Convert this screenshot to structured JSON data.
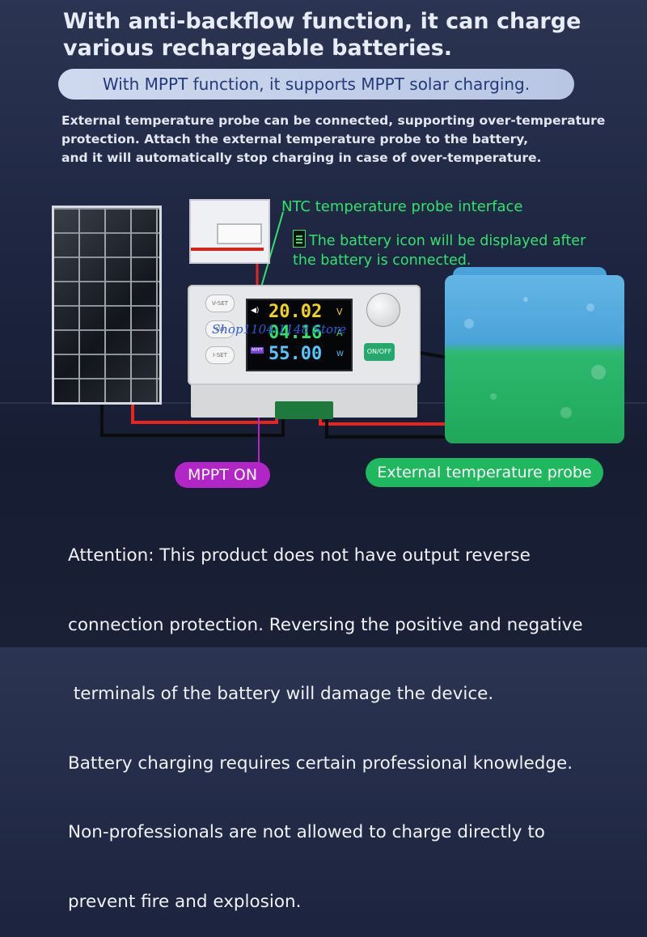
{
  "title": {
    "line1": "With anti-backflow function, it can charge",
    "line2": "various rechargeable batteries."
  },
  "mppt_banner": "With MPPT function, it supports MPPT solar charging.",
  "probe_description": {
    "line1": "External temperature probe can be connected, supporting over-temperature",
    "line2": "protection. Attach the external temperature probe to the battery,",
    "line3": "and it will automatically stop charging in case of over-temperature."
  },
  "ntc_label": "NTC temperature probe interface",
  "battery_note": {
    "line1": "The battery icon will be displayed after",
    "line2": "the battery is connected."
  },
  "controller": {
    "buttons": [
      "V-SET",
      "SW",
      "I-SET"
    ],
    "display": {
      "voltage": "20.02",
      "voltage_unit": "V",
      "current": "04.16",
      "current_unit": "A",
      "power": "55.00",
      "power_unit": "W",
      "mppt_indicator": "MPPT"
    },
    "onoff_label": "ON/OFF"
  },
  "watermark": "Shop1104-1148 Store",
  "callouts": {
    "mppt_on": "MPPT ON",
    "external_probe": "External temperature probe"
  },
  "attention": [
    "Attention: This product does not have output reverse",
    "connection protection. Reversing the positive and negative",
    " terminals of the battery will damage the device.",
    "Battery charging requires certain professional knowledge.",
    "Non-professionals are not allowed to charge directly to",
    "prevent fire and explosion."
  ],
  "colors": {
    "accent_green": "#2fe36b",
    "pill_green": "#1fb85f",
    "mppt_purple": "#b226c8",
    "wire_red": "#e5261f",
    "lcd_voltage": "#f3d21c",
    "lcd_current": "#2fe36b",
    "lcd_power": "#55c6ff"
  }
}
